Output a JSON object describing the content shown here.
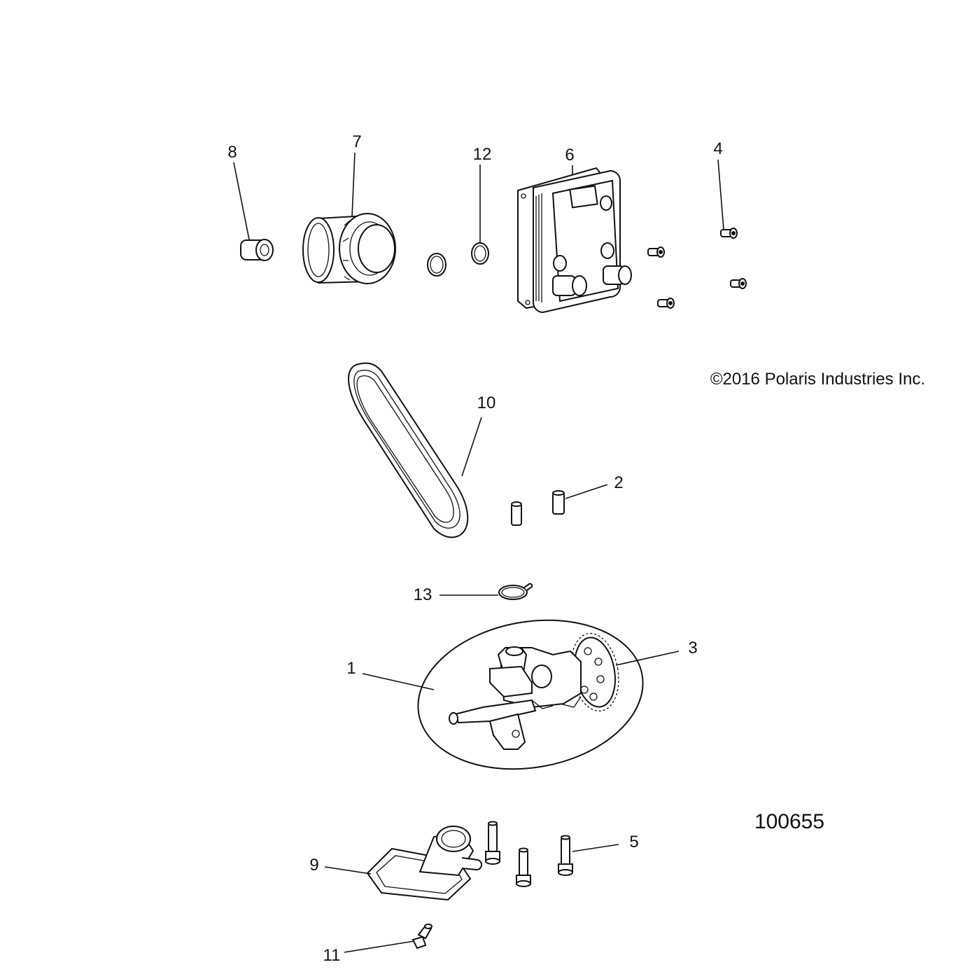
{
  "diagram": {
    "copyright": "©2016 Polaris Industries Inc.",
    "drawing_number": "100655",
    "callouts": {
      "c1": "1",
      "c2": "2",
      "c3": "3",
      "c4": "4",
      "c5": "5",
      "c6": "6",
      "c7": "7",
      "c8": "8",
      "c9": "9",
      "c10": "10",
      "c11": "11",
      "c12": "12",
      "c13": "13"
    }
  }
}
